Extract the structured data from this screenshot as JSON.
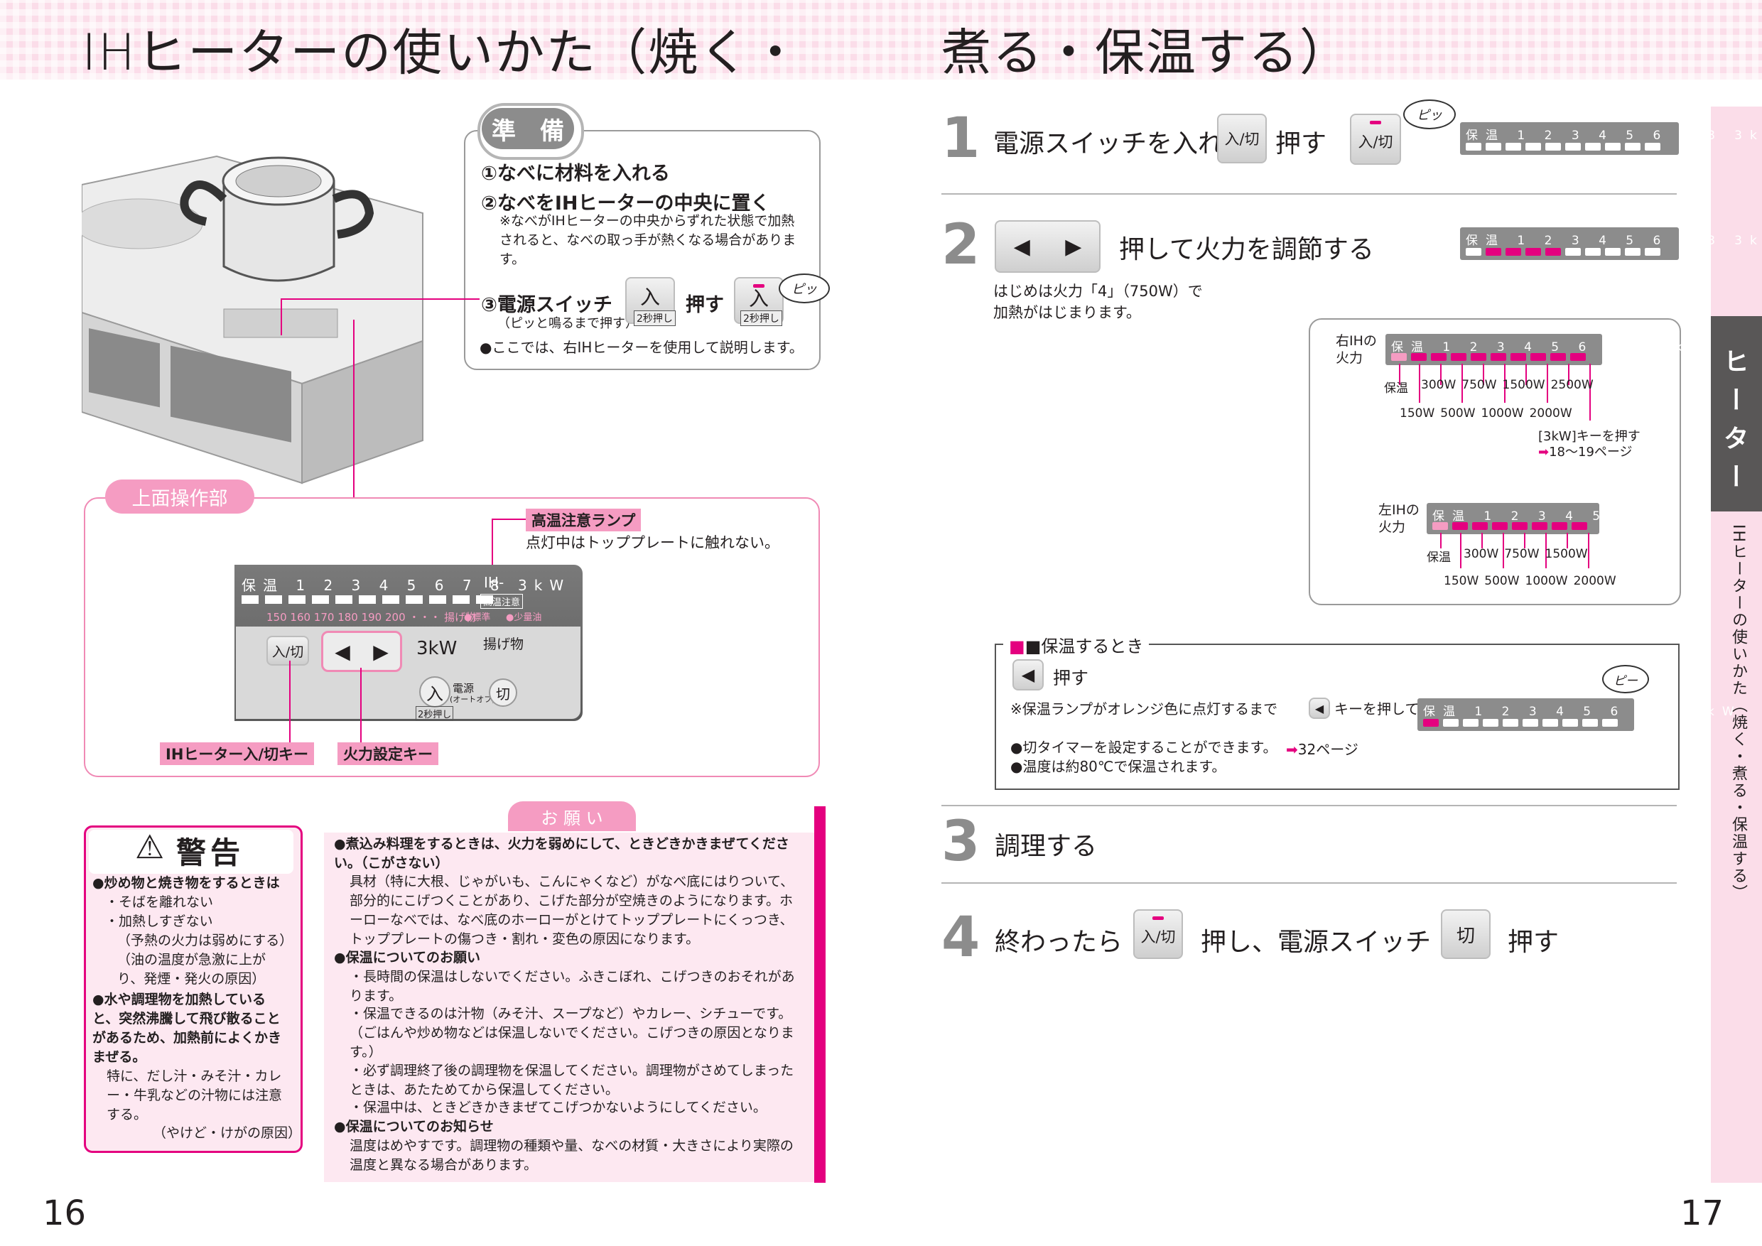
{
  "header": {
    "title_left": "IHヒーターの使いかた（焼く・",
    "title_right": "煮る・保温する）"
  },
  "page_numbers": {
    "left": "16",
    "right": "17"
  },
  "side_tab": {
    "label": "ヒーター",
    "subtitle": "IHヒーターの使いかた（焼く・煮る・保温する）"
  },
  "prep": {
    "title": "準　備",
    "item1": "①なべに材料を入れる",
    "item2": "②なべをIHヒーターの中央に置く",
    "item2_note": "※なべがIHヒーターの中央からずれた状態で加熱されると、なべの取っ手が熱くなる場合があります。",
    "item3_label": "③電源スイッチ",
    "item3_sub": "（ピッと鳴るまで押す）",
    "press": "押す",
    "key_in": "入",
    "key_2sec": "2秒押し",
    "beep": "ピッ",
    "note": "●ここでは、右IHヒーターを使用して説明します。"
  },
  "panel": {
    "label": "上面操作部",
    "hot_lamp_title": "高温注意ランプ",
    "hot_lamp_desc": "点灯中はトッププレートに触れない。",
    "strip_labels": "保温 1 2 3 4 5 6 7 8 3kW",
    "ih_badge": "IH-",
    "hot_caution": "高温注意",
    "temps": "150 160 170 180 190 200 ・・・ 揚げ物",
    "std": "●標準",
    "low_oil": "●少量油",
    "key_onoff": "入/切",
    "key_3kw": "3kW",
    "key_fry": "揚げ物",
    "key_in": "入",
    "power": "電源",
    "auto_off": "(オートオフ)",
    "key_off": "切",
    "two_sec": "2秒押し",
    "label_onoff": "IHヒーター入/切キー",
    "label_heat": "火力設定キー"
  },
  "warning": {
    "title": "警告",
    "h1": "●炒め物と焼き物をするときは",
    "l1": "・そばを離れない",
    "l2": "・加熱しすぎない",
    "l3": "（予熱の火力は弱めにする）",
    "l4": "（油の温度が急激に上がり、発煙・発火の原因）",
    "h2": "●水や調理物を加熱していると、突然沸騰して飛び散ることがあるため、加熱前によくかきまぜる。",
    "l5": "特に、だし汁・みそ汁・カレー・牛乳などの汁物には注意する。",
    "l6": "（やけど・けがの原因）"
  },
  "request": {
    "title": "お 願 い",
    "h1": "●煮込み料理をするときは、火力を弱めにして、ときどきかきまぜてください。（こがさない）",
    "p1": "具材（特に大根、じゃがいも、こんにゃくなど）がなべ底にはりついて、部分的にこげつくことがあり、こげた部分が空焼きのようになります。ホーローなべでは、なべ底のホーローがとけてトッププレートにくっつき、トッププレートの傷つき・割れ・変色の原因になります。",
    "h2": "●保温についてのお願い",
    "p2": "・長時間の保温はしないでください。ふきこぼれ、こげつきのおそれがあります。",
    "p3": "・保温できるのは汁物（みそ汁、スープなど）やカレー、シチューです。（ごはんや炒め物などは保温しないでください。こげつきの原因となります。）",
    "p4": "・必ず調理終了後の調理物を保温してください。調理物がさめてしまったときは、あたためてから保温してください。",
    "p5": "・保温中は、ときどきかきまぜてこげつかないようにしてください。",
    "h3": "●保温についてのお知らせ",
    "p6": "温度はめやすです。調理物の種類や量、なべの材質・大きさにより実際の温度と異なる場合があります。"
  },
  "steps": {
    "s1_num": "1",
    "s1_a": "電源スイッチを入れて",
    "s1_b": "押す",
    "key_onoff": "入/切",
    "beep": "ピッ",
    "s2_num": "2",
    "s2_a": "押して火力を調節する",
    "s2_note": "はじめは火力「4」（750W）で加熱がはじまります。",
    "s3_num": "3",
    "s3_a": "調理する",
    "s4_num": "4",
    "s4_a": "終わったら",
    "s4_b": "押し、電源スイッチ",
    "s4_c": "押す",
    "key_off": "切"
  },
  "strip": {
    "labels": "保温 1 2 3 4 5 6 7 8 3kW",
    "labels7": "保温 1 2 3 4 5 6 7"
  },
  "power_box": {
    "right_label": "右IHの火力",
    "left_label": "左IHの火力",
    "keep": "保温",
    "r_top": [
      "300W",
      "750W",
      "1500W",
      "2500W"
    ],
    "r_bot": [
      "150W",
      "500W",
      "1000W",
      "2000W"
    ],
    "kw_note": "[3kW]キーを押す",
    "kw_ref": "18〜19ページ",
    "l_top": [
      "300W",
      "750W",
      "1500W"
    ],
    "l_bot": [
      "150W",
      "500W",
      "1000W",
      "2000W"
    ]
  },
  "keepwarm": {
    "title": "■保温するとき",
    "press": "押す",
    "n1": "※保温ランプがオレンジ色に点灯するまで",
    "n1b": "キーを押してください。",
    "n2": "●切タイマーを設定することができます。",
    "n2_ref": "32ページ",
    "n3": "●温度は約80℃で保温されます。",
    "beep": "ピー"
  }
}
